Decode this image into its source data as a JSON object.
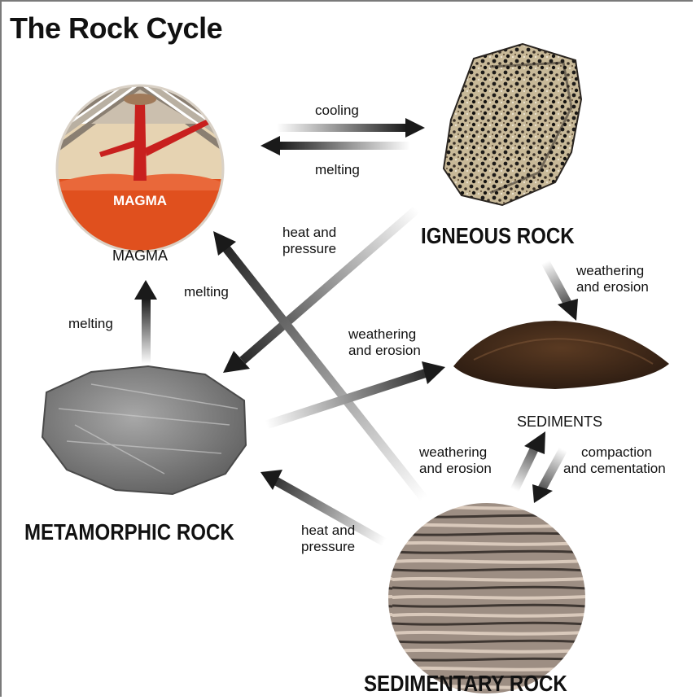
{
  "title": "The Rock Cycle",
  "nodes": {
    "magma": {
      "label": "MAGMA",
      "inner_label": "MAGMA"
    },
    "igneous": {
      "label": "IGNEOUS ROCK"
    },
    "sediments": {
      "label": "SEDIMENTS"
    },
    "metamorphic": {
      "label": "METAMORPHIC ROCK"
    },
    "sedimentary": {
      "label": "SEDIMENTARY ROCK"
    }
  },
  "processes": {
    "cooling": "cooling",
    "melting_top": "melting",
    "heat_pressure_top_1": "heat and",
    "heat_pressure_top_2": "pressure",
    "melting_middle": "melting",
    "melting_left": "melting",
    "weathering_igneous_1": "weathering",
    "weathering_igneous_2": "and erosion",
    "weathering_meta_1": "weathering",
    "weathering_meta_2": "and erosion",
    "weathering_sed_1": "weathering",
    "weathering_sed_2": "and erosion",
    "compaction_1": "compaction",
    "compaction_2": "and cementation",
    "heat_pressure_bottom_1": "heat and",
    "heat_pressure_bottom_2": "pressure"
  },
  "colors": {
    "magma_orange": "#e0501e",
    "magma_red": "#c8201e",
    "arrow_dark": "#1a1a1a"
  }
}
